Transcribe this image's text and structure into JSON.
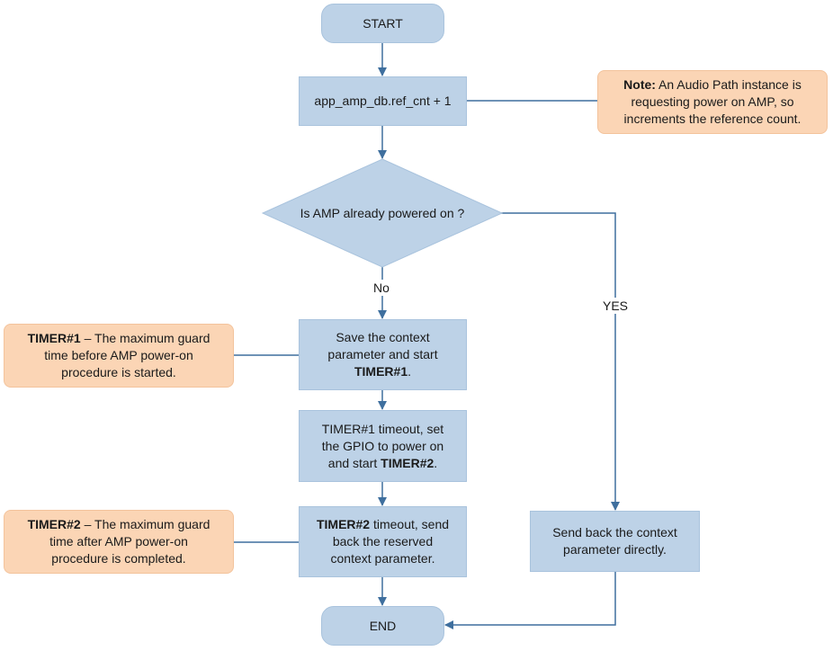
{
  "nodes": {
    "start": "START",
    "increment": "app_amp_db.ref_cnt + 1",
    "decision": "Is AMP already powered on ?",
    "save_context": {
      "line1": "Save the context",
      "line2": "parameter and start",
      "bold": "TIMER#1",
      "tail": "."
    },
    "timer1_timeout": {
      "line1": "TIMER#1 timeout, set",
      "line2": "the GPIO to power on",
      "line3_pre": "and start ",
      "bold": "TIMER#2",
      "tail": "."
    },
    "timer2_timeout": {
      "bold": "TIMER#2",
      "line1_tail": " timeout, send",
      "line2": "back the reserved",
      "line3": "context parameter."
    },
    "send_back": {
      "line1": "Send back the context",
      "line2": "parameter directly."
    },
    "end": "END"
  },
  "notes": {
    "note_amp": {
      "bold": "Note:",
      "line1_tail": " An Audio Path instance is",
      "line2": "requesting power on AMP, so",
      "line3": "increments the reference count."
    },
    "note_timer1": {
      "bold": "TIMER#1",
      "line1_tail": " – The maximum guard",
      "line2": "time before AMP power-on",
      "line3": "procedure is started."
    },
    "note_timer2": {
      "bold": "TIMER#2",
      "line1_tail": " – The maximum guard",
      "line2": "time after AMP power-on",
      "line3": "procedure is completed."
    }
  },
  "edge_labels": {
    "no": "No",
    "yes": "YES"
  },
  "colors": {
    "process_fill": "#bdd2e7",
    "note_fill": "#fbd5b5",
    "line": "#3f6f9e"
  }
}
